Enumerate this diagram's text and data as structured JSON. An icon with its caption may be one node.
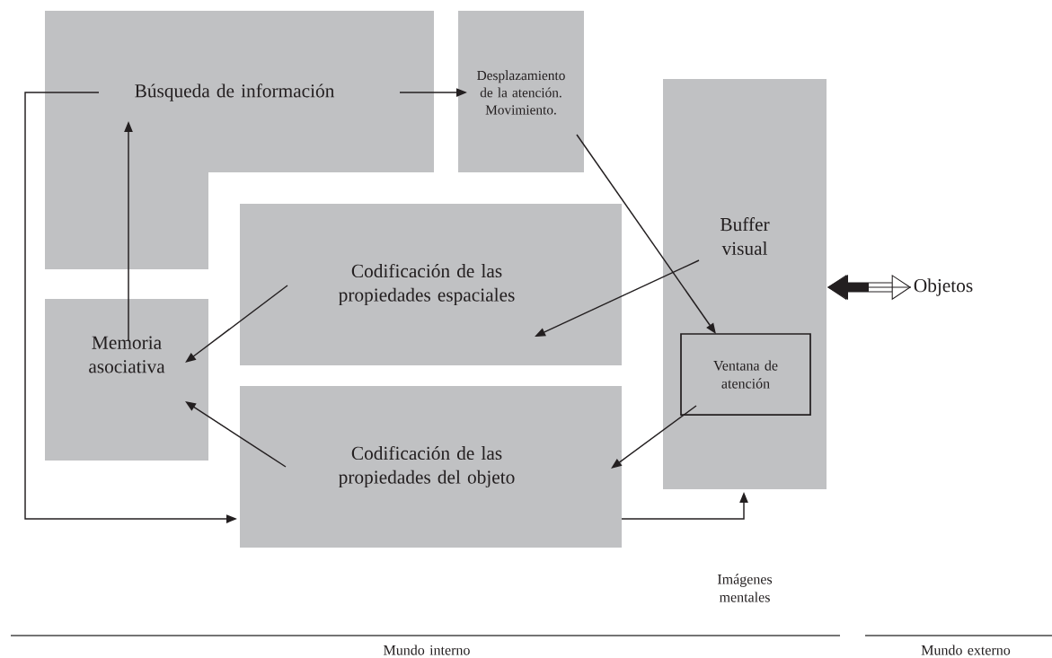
{
  "diagram": {
    "nodes": [
      {
        "text": [
          "Búsqueda de información"
        ]
      },
      {
        "text": [
          "Desplazamiento de la atención. Movimiento."
        ]
      },
      {
        "text": [
          "Buffer visual"
        ]
      },
      {
        "text": [
          "Ventana de atención"
        ],
        "in": 2
      },
      {
        "text": [
          "Codificación de las propiedades espaciales"
        ]
      },
      {
        "text": [
          "Memoria asociativa"
        ]
      },
      {
        "text": [
          "Codificación de las propiedades del objeto"
        ]
      },
      {
        "text": [
          "Objetos"
        ]
      }
    ],
    "edges": [
      {
        "from": 0,
        "to": 1,
        "arrow": "to"
      },
      {
        "from": 5,
        "to": 0,
        "arrow": "to"
      },
      {
        "from": 4,
        "to": 5,
        "arrow": "to"
      },
      {
        "from": 6,
        "to": 5,
        "arrow": "to"
      },
      {
        "from": 2,
        "to": 4,
        "arrow": "to"
      },
      {
        "from": 1,
        "to": 3,
        "arrow": "to"
      },
      {
        "from": 3,
        "to": 6,
        "arrow": "to"
      },
      {
        "from": 0,
        "to": 6,
        "arrow": "to"
      },
      {
        "from": 6,
        "to": 2,
        "arrow": "to"
      },
      {
        "from": 7,
        "to": 2,
        "arrow": "both",
        "style": "thick"
      }
    ],
    "labels": [
      "Imágenes mentales",
      "Mundo interno",
      "Mundo externo"
    ]
  }
}
